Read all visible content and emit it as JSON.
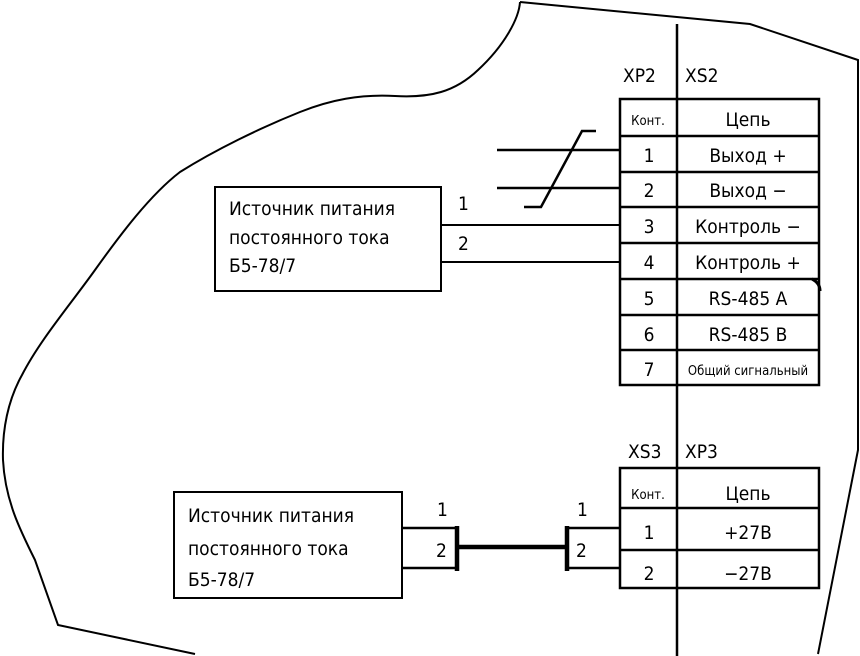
{
  "colors": {
    "ink": "#000000",
    "paper": "#ffffff"
  },
  "upper": {
    "connector_left": "XP2",
    "connector_right": "XS2",
    "table_header": {
      "contact": "Конт.",
      "circuit": "Цепь"
    },
    "rows": [
      {
        "pin": "1",
        "circuit": "Выход +"
      },
      {
        "pin": "2",
        "circuit": "Выход −"
      },
      {
        "pin": "3",
        "circuit": "Контроль −"
      },
      {
        "pin": "4",
        "circuit": "Контроль +"
      },
      {
        "pin": "5",
        "circuit": "RS-485 A"
      },
      {
        "pin": "6",
        "circuit": "RS-485 B"
      },
      {
        "pin": "7",
        "circuit": "Общий сигнальный"
      }
    ],
    "source": {
      "line1": "Источник питания",
      "line2": "постоянного тока",
      "line3": "Б5-78/7"
    },
    "wire_labels": [
      "1",
      "2"
    ]
  },
  "lower": {
    "connector_left": "XS3",
    "connector_right": "XP3",
    "table_header": {
      "contact": "Конт.",
      "circuit": "Цепь"
    },
    "rows": [
      {
        "pin": "1",
        "circuit": "+27В"
      },
      {
        "pin": "2",
        "circuit": "−27В"
      }
    ],
    "source": {
      "line1": "Источник питания",
      "line2": "постоянного тока",
      "line3": "Б5-78/7"
    },
    "left_plug_labels": [
      "1",
      "2"
    ],
    "right_plug_labels": [
      "1",
      "2"
    ]
  }
}
